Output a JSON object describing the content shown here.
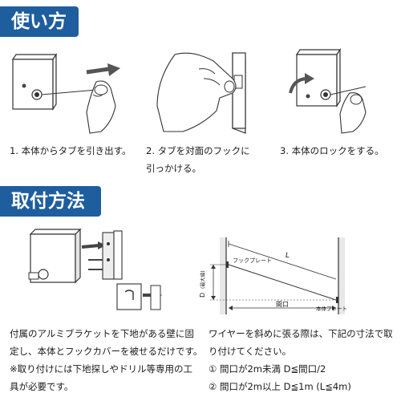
{
  "usage": {
    "heading": "使い方",
    "steps": [
      "1. 本体からタブを引き出す。",
      "2. タブを対面のフックに",
      "引っかける。",
      "3. 本体のロックをする。"
    ]
  },
  "install": {
    "heading": "取付方法",
    "left_text": [
      "付属のアルミブラケットを下地がある壁に固",
      "定し、本体とフックカバーを被せるだけです。",
      "※取り付けには下地探しやドリル等専用の工",
      "具が必要です。"
    ],
    "right_text": [
      "ワイヤーを斜めに張る際は、下記の寸法で取",
      "り付けてください。",
      "① 間口が2m未満 D≦間口/2",
      "② 間口が2m以上 D≦1m (L≦4m)"
    ],
    "diagram": {
      "hook_plate": "フックプレート",
      "l_label": "L",
      "d_label": "D",
      "d_max": "(最大値)",
      "frontage": "間口",
      "body_plate": "本体プレート"
    }
  }
}
